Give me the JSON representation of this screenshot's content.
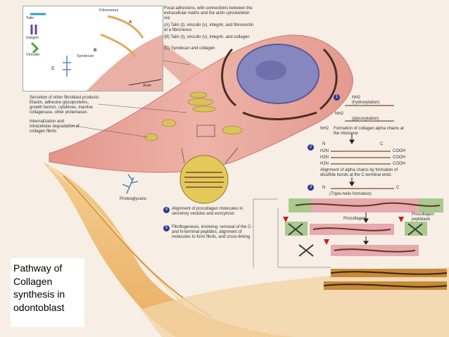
{
  "caption": {
    "line1": "Pathway of",
    "line2": "Collagen",
    "line3": "synthesis in",
    "line4": "odontoblast"
  },
  "inset": {
    "talin": "Talin",
    "integrin": "Integrin",
    "vinculin": "Vinculin",
    "fibronexus": "Fibronexus",
    "syndecan": "Syndecan",
    "actin": "Actin",
    "mark_a": "A",
    "mark_b": "B",
    "mark_c": "C"
  },
  "notes": {
    "focal_adhesions": "Focal adhesions, with connections between the extracellular matrix and the actin cytoskeleton via:",
    "item_a": "(A) Talin (t), vinculin (v), integrin, and fibronectin at a fibronexus",
    "item_b": "(B) Talin (t), vinculin (v), integrin, and collagen",
    "item_c": "(C) Syndecan and collagen",
    "secretion": "Secretion of other fibroblast products: Elastin, adhesive glycoproteins, growth factors, cytokines, inactive collagenase, other proteinases",
    "internalization": "Internalization and intracellular degradation of collagen fibrils",
    "proteoglycans": "Proteoglycans"
  },
  "steps": {
    "s1": "1",
    "s1_hydroxylation": "(hydroxylation)",
    "s1_glycosylation": "(glycosylation)",
    "s1_text": "Formation of collagen alpha chains at the ribosome",
    "s2": "2",
    "s2_text": "Alignment of alpha chains by formation of disulfide bonds at the C-terminal ends",
    "s3": "3",
    "s3_text": "(Triple-helix formation)",
    "s4": "4",
    "s4_text": "Alignment of procollagen molecules in secretory vesicles and exocytosis",
    "s5": "5",
    "s5_text": "Fibrillogenesis, involving: removal of the C- and N-terminal peptides, alignment of molecules to form fibrils, and cross-linking",
    "procollagen": "Procollagen",
    "procollagen_peptidase": "Procollagen peptidase",
    "nh2": "NH2",
    "nh2_b": "NH2",
    "nh2_c": "NH2",
    "h2n": "H2N",
    "h2n_b": "H2N",
    "h2n_c": "H2N",
    "cooh": "COOH",
    "cooh_b": "COOH",
    "cooh_c": "COOH",
    "n_label": "N",
    "n_label_b": "N",
    "c_label": "C",
    "c_label_b": "C"
  },
  "colors": {
    "cytoplasm": "#e9a79c",
    "nucleus": "#7f7fb8",
    "golgi": "#d9c25a",
    "fibril": "#e0a955",
    "ribbon": "#e8a9b0",
    "badge": "#2a3b8f",
    "arrow_red": "#cc1b1b"
  }
}
